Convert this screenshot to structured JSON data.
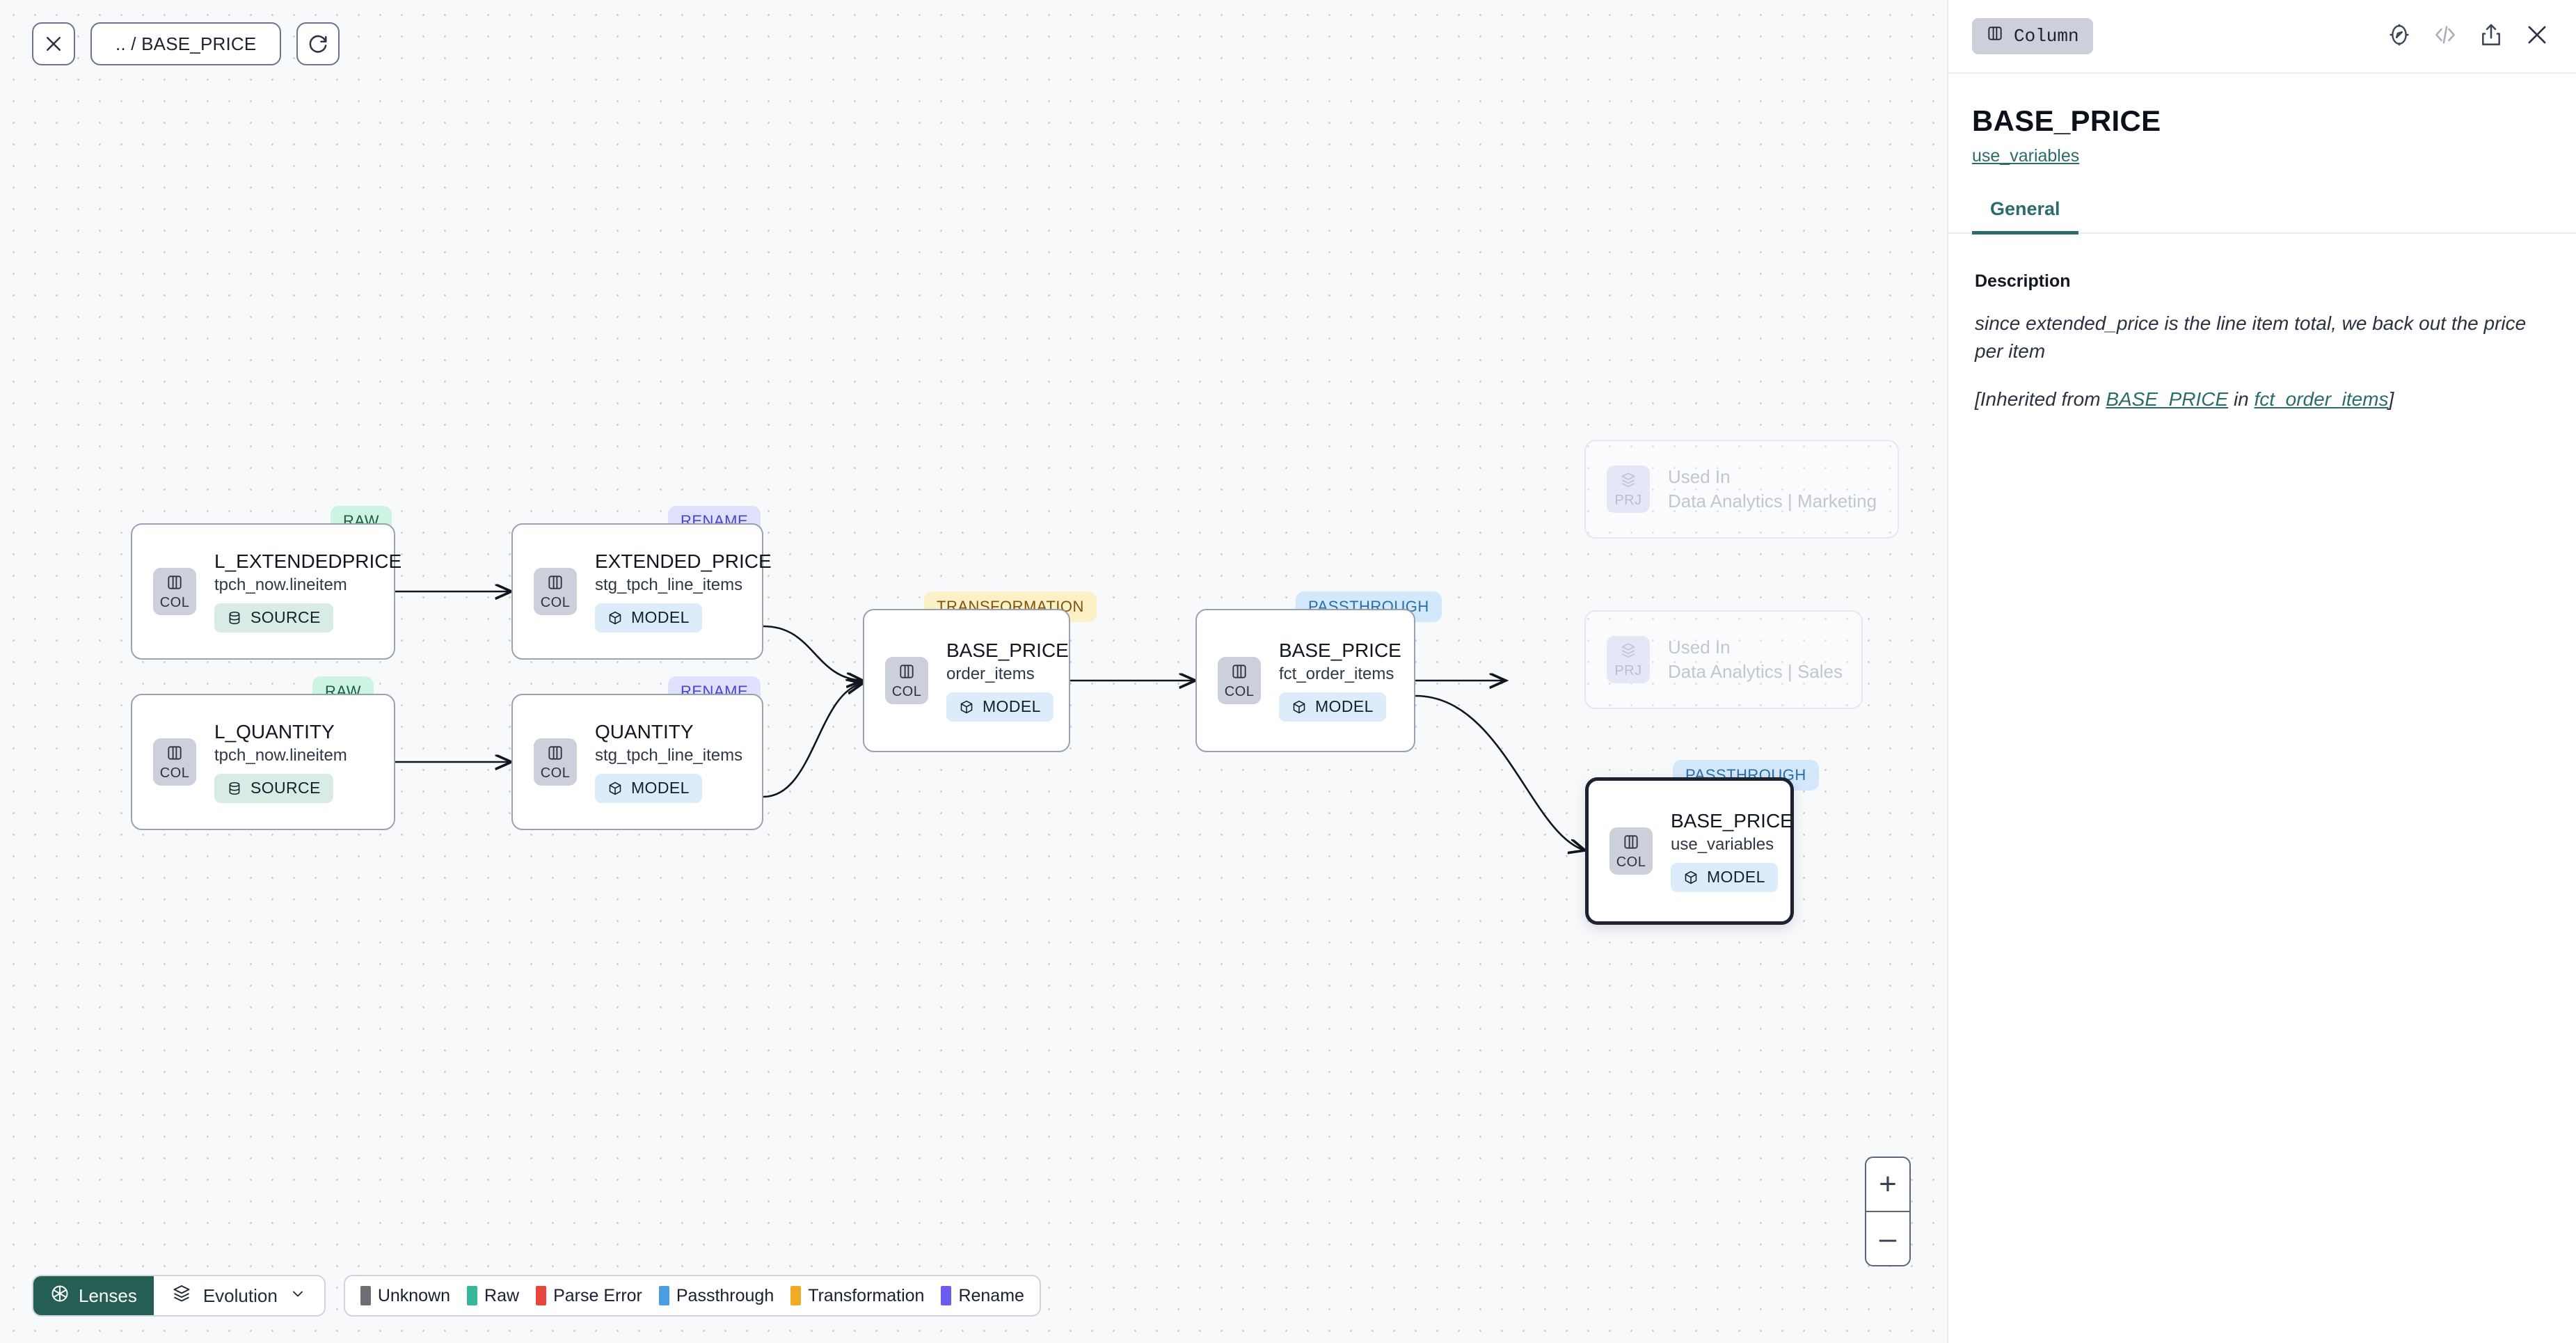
{
  "toolbar": {
    "close_label": "",
    "breadcrumb": ".. / BASE_PRICE",
    "refresh_label": "",
    "close_icon": "close-icon",
    "refresh_icon": "refresh-icon"
  },
  "panel": {
    "chip_label": "Column",
    "chip_icon": "column-icon",
    "icons": [
      "compass-icon",
      "code-icon",
      "share-icon",
      "close-icon"
    ],
    "title": "BASE_PRICE",
    "subtitle_link": "use_variables",
    "tabs": [
      {
        "label": "General",
        "active": true
      }
    ],
    "description_label": "Description",
    "description": "since extended_price is the line item total, we back out the price per item",
    "inherited_prefix": "[Inherited from ",
    "inherited_column": "BASE_PRICE",
    "inherited_mid": " in ",
    "inherited_model": "fct_order_items",
    "inherited_suffix": "]"
  },
  "graph": {
    "nodes": [
      {
        "id": "l_extendedprice",
        "badge": "RAW",
        "badge_kind": "raw",
        "kind": "COL",
        "kind_icon": "column-icon",
        "title": "L_EXTENDEDPRICE",
        "subtitle": "tpch_now.lineitem",
        "pill": "SOURCE",
        "pill_kind": "source",
        "pill_icon": "database-icon",
        "selected": false
      },
      {
        "id": "l_quantity",
        "badge": "RAW",
        "badge_kind": "raw",
        "kind": "COL",
        "kind_icon": "column-icon",
        "title": "L_QUANTITY",
        "subtitle": "tpch_now.lineitem",
        "pill": "SOURCE",
        "pill_kind": "source",
        "pill_icon": "database-icon",
        "selected": false
      },
      {
        "id": "extended_price",
        "badge": "RENAME",
        "badge_kind": "rename",
        "kind": "COL",
        "kind_icon": "column-icon",
        "title": "EXTENDED_PRICE",
        "subtitle": "stg_tpch_line_items",
        "pill": "MODEL",
        "pill_kind": "model",
        "pill_icon": "cube-icon",
        "selected": false
      },
      {
        "id": "quantity",
        "badge": "RENAME",
        "badge_kind": "rename",
        "kind": "COL",
        "kind_icon": "column-icon",
        "title": "QUANTITY",
        "subtitle": "stg_tpch_line_items",
        "pill": "MODEL",
        "pill_kind": "model",
        "pill_icon": "cube-icon",
        "selected": false
      },
      {
        "id": "base_price_order_items",
        "badge": "TRANSFORMATION",
        "badge_kind": "transformation",
        "kind": "COL",
        "kind_icon": "column-icon",
        "title": "BASE_PRICE",
        "subtitle": "order_items",
        "pill": "MODEL",
        "pill_kind": "model",
        "pill_icon": "cube-icon",
        "selected": false
      },
      {
        "id": "base_price_fct_order_items",
        "badge": "PASSTHROUGH",
        "badge_kind": "passthrough",
        "kind": "COL",
        "kind_icon": "column-icon",
        "title": "BASE_PRICE",
        "subtitle": "fct_order_items",
        "pill": "MODEL",
        "pill_kind": "model",
        "pill_icon": "cube-icon",
        "selected": false
      },
      {
        "id": "base_price_use_variables",
        "badge": "PASSTHROUGH",
        "badge_kind": "passthrough",
        "kind": "COL",
        "kind_icon": "column-icon",
        "title": "BASE_PRICE",
        "subtitle": "use_variables",
        "pill": "MODEL",
        "pill_kind": "model",
        "pill_icon": "cube-icon",
        "selected": true
      }
    ],
    "ghost_nodes": [
      {
        "id": "used_in_marketing",
        "kind": "PRJ",
        "kind_icon": "project-icon",
        "title": "Used In",
        "subtitle": "Data Analytics | Marketing"
      },
      {
        "id": "used_in_sales",
        "kind": "PRJ",
        "kind_icon": "project-icon",
        "title": "Used In",
        "subtitle": "Data Analytics | Sales"
      }
    ]
  },
  "bottom": {
    "lenses_label": "Lenses",
    "lenses_icon": "aperture-icon",
    "evolution_label": "Evolution",
    "evolution_icon": "layers-icon",
    "evolution_caret": "chevron-down-icon",
    "legend": [
      {
        "label": "Unknown",
        "color": "#6b6f75"
      },
      {
        "label": "Raw",
        "color": "#35b79a"
      },
      {
        "label": "Parse Error",
        "color": "#e8453c"
      },
      {
        "label": "Passthrough",
        "color": "#4a9ee0"
      },
      {
        "label": "Transformation",
        "color": "#efab25"
      },
      {
        "label": "Rename",
        "color": "#6c5cf0"
      }
    ]
  },
  "zoom_controls": {
    "zoom_in": "+",
    "zoom_out": "–"
  }
}
